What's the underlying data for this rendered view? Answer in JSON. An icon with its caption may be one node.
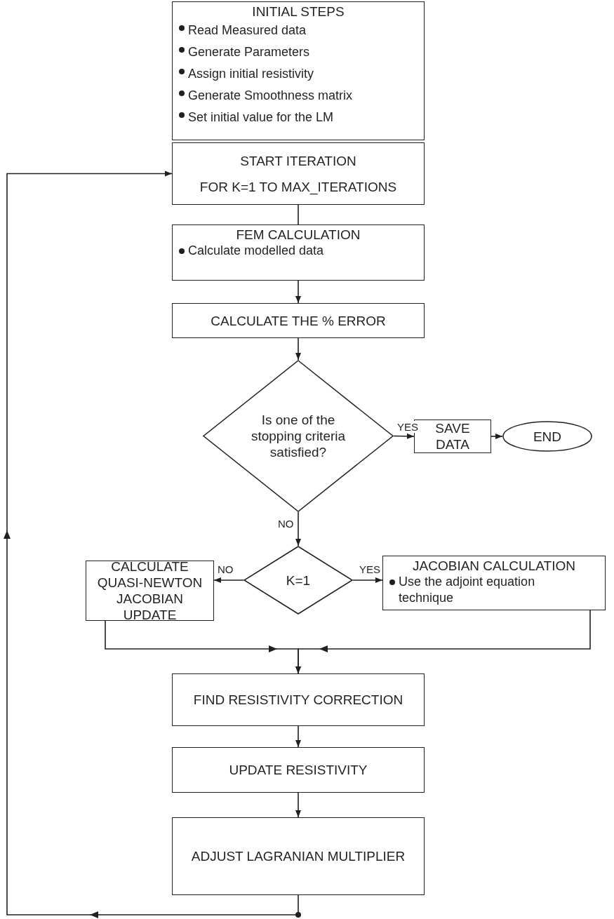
{
  "diagram": {
    "nodes": [
      {
        "text": [
          "INITIAL STEPS",
          "Read Measured data",
          "Generate Parameters",
          "Assign initial resistivity",
          "Generate Smoothness matrix",
          "Set initial value for the LM"
        ]
      },
      {
        "text": [
          "START ITERATION",
          "FOR K=1 TO MAX_ITERATIONS"
        ]
      },
      {
        "text": [
          "FEM CALCULATION",
          "Calculate modelled data"
        ]
      },
      {
        "text": [
          "CALCULATE THE % ERROR"
        ]
      },
      {
        "text": [
          "Is one of the stopping criteria satisfied?"
        ]
      },
      {
        "text": [
          "SAVE DATA"
        ]
      },
      {
        "text": [
          "END"
        ]
      },
      {
        "text": [
          "K=1"
        ]
      },
      {
        "text": [
          "CALCULATE QUASI-NEWTON JACOBIAN UPDATE"
        ]
      },
      {
        "text": [
          "JACOBIAN CALCULATION",
          "Use the adjoint equation technique"
        ]
      },
      {
        "text": [
          "FIND RESISTIVITY CORRECTION"
        ]
      },
      {
        "text": [
          "UPDATE RESISTIVITY"
        ]
      },
      {
        "text": [
          "ADJUST LAGRANIAN MULTIPLIER"
        ]
      }
    ],
    "edges": [
      {
        "from": 1,
        "to": 2,
        "arrow": "none"
      },
      {
        "from": 2,
        "to": 3,
        "arrow": "to"
      },
      {
        "from": 3,
        "to": 4,
        "arrow": "to"
      },
      {
        "from": 4,
        "to": 5,
        "arrow": "to",
        "label": "YES"
      },
      {
        "from": 5,
        "to": 6,
        "arrow": "to"
      },
      {
        "from": 4,
        "to": 7,
        "arrow": "to",
        "label": "NO"
      },
      {
        "from": 7,
        "to": 8,
        "arrow": "to",
        "label": "NO"
      },
      {
        "from": 7,
        "to": 9,
        "arrow": "to",
        "label": "YES"
      },
      {
        "from": 8,
        "to": 10,
        "arrow": "to"
      },
      {
        "from": 9,
        "to": 10,
        "arrow": "to"
      },
      {
        "from": 10,
        "to": 11,
        "arrow": "to"
      },
      {
        "from": 11,
        "to": 12,
        "arrow": "to"
      },
      {
        "from": 12,
        "to": 1,
        "arrow": "to"
      }
    ]
  }
}
